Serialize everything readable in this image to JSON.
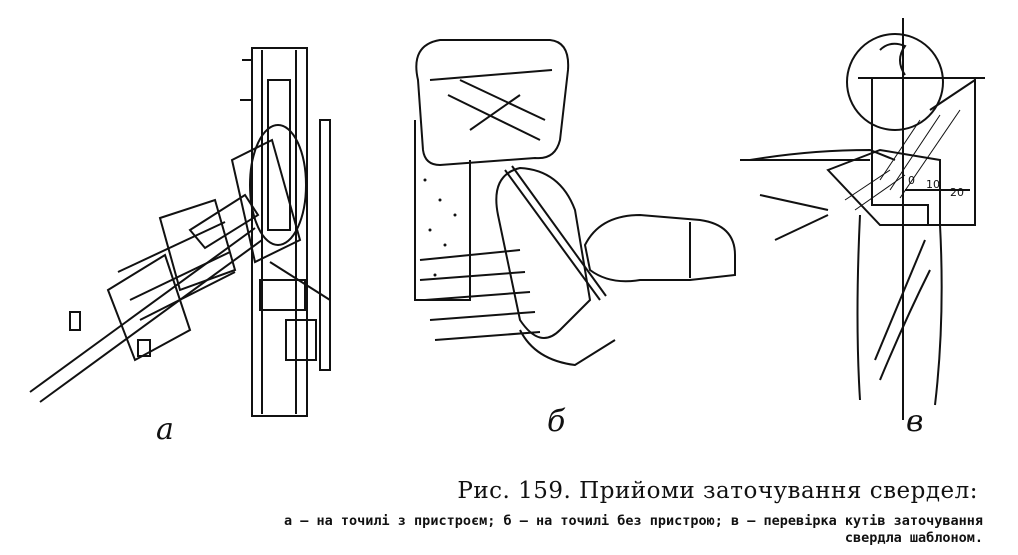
{
  "figure": {
    "panels": [
      {
        "label": "а",
        "icon": "grinder-with-fixture-icon"
      },
      {
        "label": "б",
        "icon": "hands-sharpening-drill-icon"
      },
      {
        "label": "в",
        "icon": "drill-angle-template-icon"
      }
    ],
    "template_scale": [
      "0",
      "10",
      "20"
    ]
  },
  "caption": {
    "title": "Рис. 159. Прийоми заточування свердел:",
    "line1": "а — на точилі з пристроєм; б — на точилі без пристрою; в — перевірка кутів заточування",
    "line2": "свердла шаблоном."
  }
}
